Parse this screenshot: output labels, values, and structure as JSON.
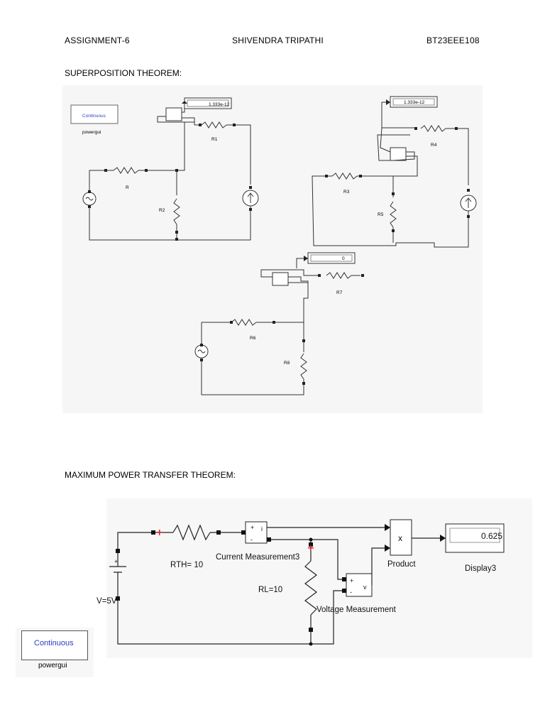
{
  "header": {
    "assignment": "ASSIGNMENT-6",
    "author": "SHIVENDRA TRIPATHI",
    "roll": "BT23EEE108"
  },
  "sections": {
    "superposition": "SUPERPOSITION THEOREM:",
    "max_power": "MAXIMUM POWER TRANSFER THEOREM:"
  },
  "superposition_figure": {
    "powergui": {
      "mode": "Continuous",
      "label": "powergui"
    },
    "circuit1": {
      "display_value": "1.333e-12",
      "resistor_top": "R1",
      "resistor_left": "R",
      "resistor_shunt": "R2"
    },
    "circuit2": {
      "display_value": "1.333e-12",
      "resistor_top": "R4",
      "resistor_left": "R3",
      "resistor_shunt": "R5"
    },
    "circuit3": {
      "display_value": "0",
      "resistor_top": "R7",
      "resistor_left": "R6",
      "resistor_shunt": "R8"
    }
  },
  "max_power_figure": {
    "rth_label": "RTH= 10",
    "rl_label": "RL=10",
    "source_label": "V=5V",
    "current_meas_label": "Current Measurement3",
    "voltage_meas_label": "Voltage Measurement",
    "product_symbol": "x",
    "product_label": "Product",
    "display_value": "0.625",
    "display_label": "Display3",
    "cm_port_i": "i",
    "vm_port_v": "v",
    "plus": "+",
    "minus": "-"
  },
  "powergui_bottom": {
    "mode": "Continuous",
    "label": "powergui"
  }
}
